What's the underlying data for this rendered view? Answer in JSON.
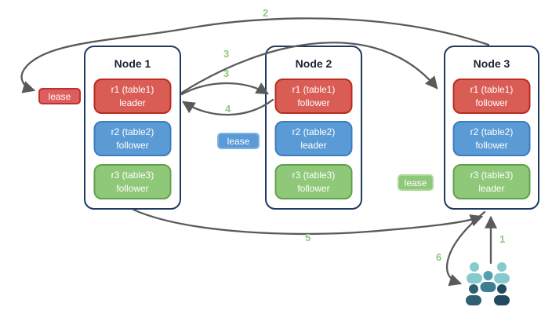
{
  "diagram": {
    "nodes": [
      {
        "title": "Node 1",
        "replicas": [
          {
            "line1": "r1 (table1)",
            "line2": "leader",
            "color": "red"
          },
          {
            "line1": "r2 (table2)",
            "line2": "follower",
            "color": "blue"
          },
          {
            "line1": "r3 (table3)",
            "line2": "follower",
            "color": "green"
          }
        ]
      },
      {
        "title": "Node 2",
        "replicas": [
          {
            "line1": "r1 (table1)",
            "line2": "follower",
            "color": "red"
          },
          {
            "line1": "r2 (table2)",
            "line2": "leader",
            "color": "blue"
          },
          {
            "line1": "r3 (table3)",
            "line2": "follower",
            "color": "green"
          }
        ]
      },
      {
        "title": "Node 3",
        "replicas": [
          {
            "line1": "r1 (table1)",
            "line2": "follower",
            "color": "red"
          },
          {
            "line1": "r2 (table2)",
            "line2": "follower",
            "color": "blue"
          },
          {
            "line1": "r3 (table3)",
            "line2": "leader",
            "color": "green"
          }
        ]
      }
    ],
    "leases": [
      {
        "label": "lease",
        "color": "red"
      },
      {
        "label": "lease",
        "color": "blue"
      },
      {
        "label": "lease",
        "color": "green"
      }
    ],
    "steps": [
      {
        "label": "1"
      },
      {
        "label": "2"
      },
      {
        "label": "3"
      },
      {
        "label": "3"
      },
      {
        "label": "4"
      },
      {
        "label": "5"
      },
      {
        "label": "6"
      }
    ],
    "icons": [
      {
        "name": "users-icon"
      }
    ],
    "colors": {
      "arrow": "#5A5A5A",
      "step_label": "#8CC97F",
      "node_border": "#1F3A5F",
      "replica_red": "#D95C55",
      "replica_blue": "#5B9BD5",
      "replica_green": "#8FC878",
      "users_light_teal": "#85CBCD",
      "users_medium_teal": "#4F9FAD",
      "users_dark_slate": "#2E6073"
    }
  }
}
